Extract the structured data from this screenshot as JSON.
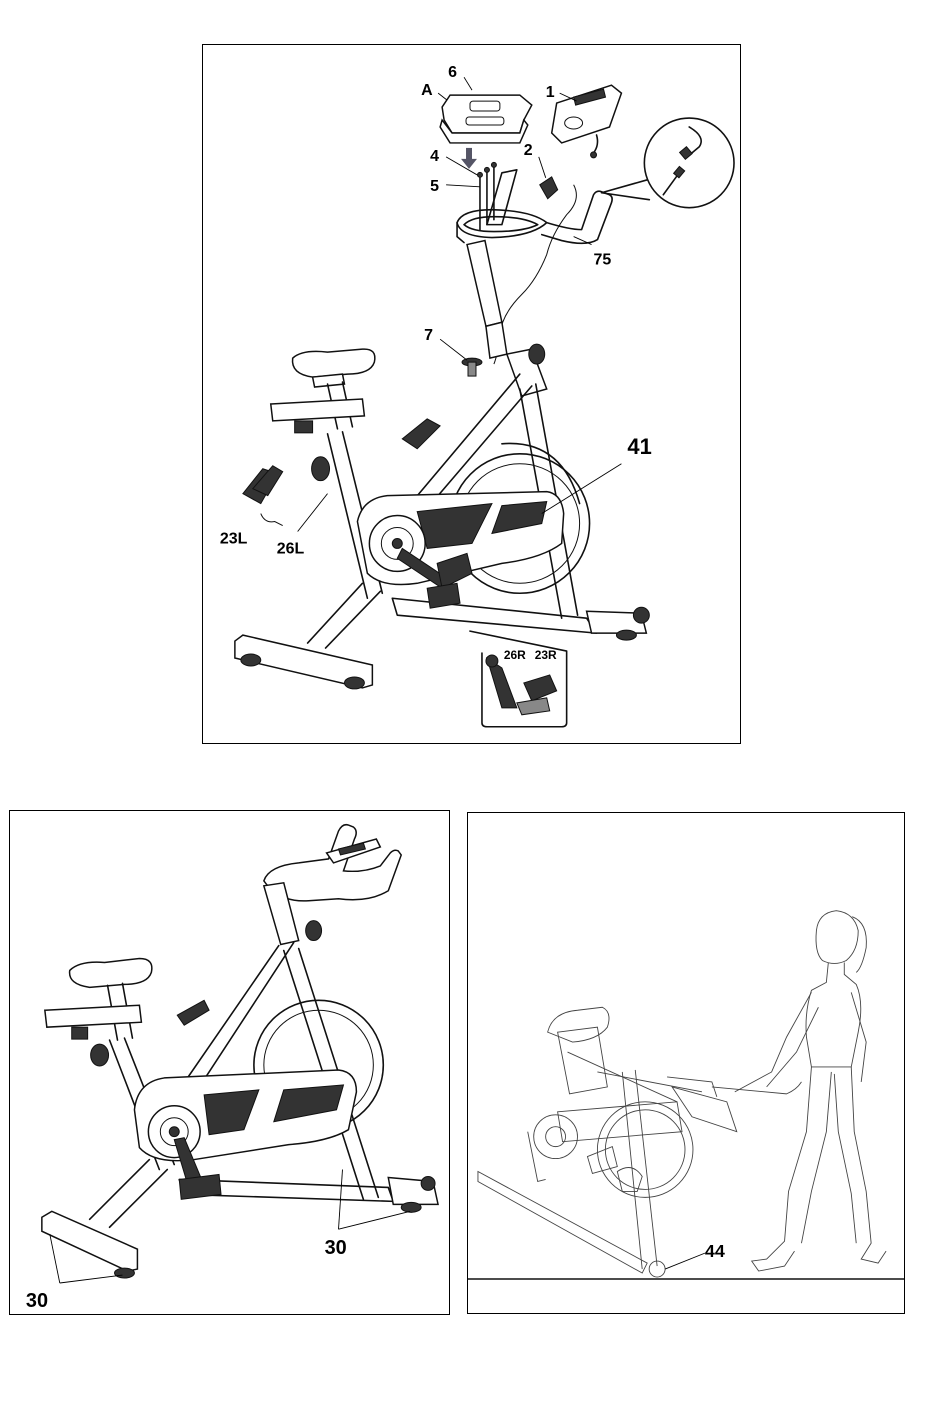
{
  "figures": {
    "assembly": {
      "labels": {
        "a": "A",
        "p6": "6",
        "p1": "1",
        "p4": "4",
        "p2": "2",
        "p5": "5",
        "p75": "75",
        "p7": "7",
        "p41": "41",
        "p23l": "23L",
        "p26l": "26L",
        "p26r": "26R",
        "p23r": "23R"
      }
    },
    "feet": {
      "labels": {
        "p30_right": "30",
        "p30_left": "30"
      }
    },
    "moving": {
      "labels": {
        "p44": "44"
      }
    }
  }
}
